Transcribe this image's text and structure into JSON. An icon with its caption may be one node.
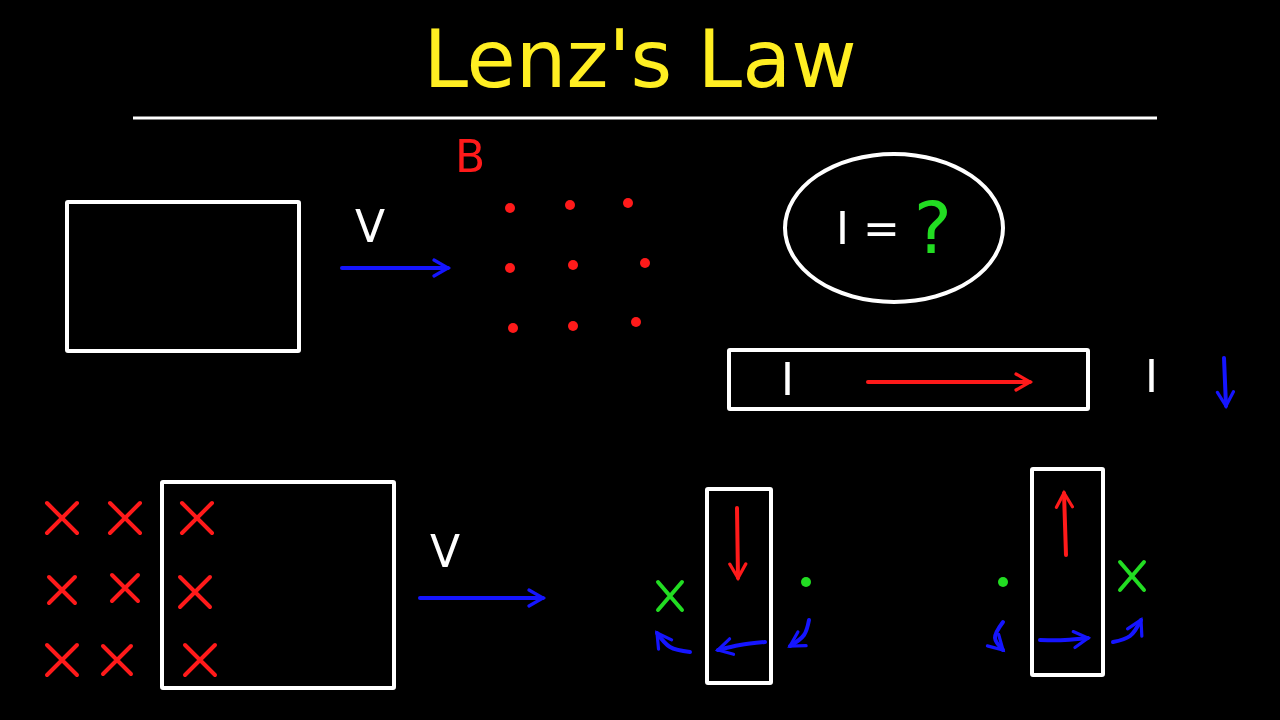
{
  "diagram": {
    "title": "Lenz's Law",
    "nodes": [
      {
        "text": [],
        "shape": "box"
      },
      {
        "text": [
          "I =",
          "?"
        ]
      },
      {
        "text": [
          "I"
        ]
      },
      {
        "text": [],
        "shape": "box"
      },
      {
        "text": [],
        "shape": "box"
      },
      {
        "text": [],
        "shape": "box"
      }
    ],
    "labels": [
      "B",
      "V",
      "I",
      "V"
    ]
  }
}
